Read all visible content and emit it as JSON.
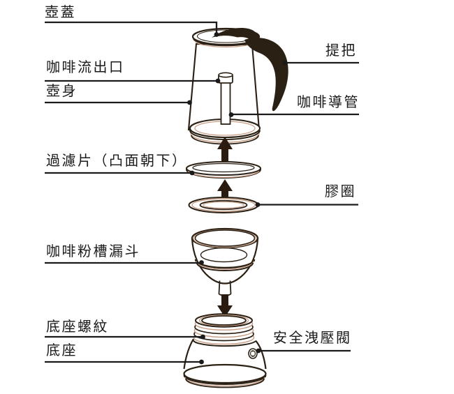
{
  "labels": {
    "pot_lid": "壺蓋",
    "coffee_outlet": "咖啡流出口",
    "pot_body": "壺身",
    "handle": "提把",
    "coffee_tube": "咖啡導管",
    "filter_plate": "過濾片（凸面朝下）",
    "rubber_ring": "膠圈",
    "funnel": "咖啡粉槽漏斗",
    "base_thread": "底座螺紋",
    "base": "底座",
    "safety_valve": "安全洩壓閥"
  },
  "colors": {
    "ink": "#2b2014",
    "accent": "#c99f87",
    "label": "#1a1a1a",
    "arrow": "#2a1b10",
    "mesh": "#6b5647",
    "bg": "#ffffff"
  }
}
